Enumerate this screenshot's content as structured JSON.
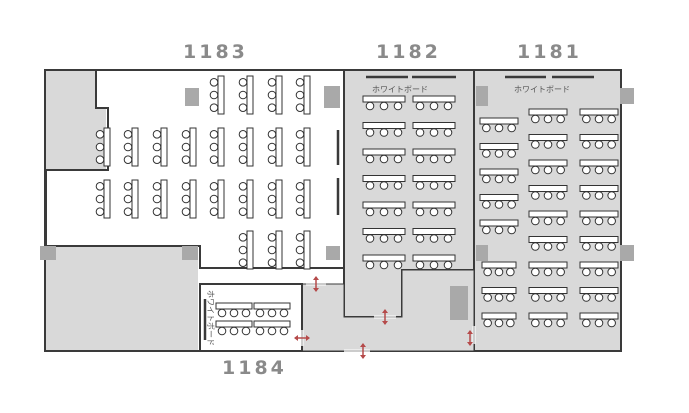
{
  "rooms": [
    {
      "id": "r1183",
      "number": "1183"
    },
    {
      "id": "r1182",
      "number": "1182",
      "board_label": "ホワイトボード"
    },
    {
      "id": "r1181",
      "number": "1181",
      "board_label": "ホワイトボード"
    },
    {
      "id": "r1184",
      "number": "1184",
      "board_label": "ホワイトボード"
    }
  ],
  "colors": {
    "wall": "#3a3a3a",
    "room_fill": "#d9d9d9",
    "pillar": "#a9a9a9",
    "desk_fill": "#ffffff",
    "desk_stroke": "#333333",
    "door_arrow": "#b54a4a",
    "label": "#8a8a8a"
  },
  "icons": [
    "chair-icon",
    "door-arrow-icon",
    "pillar-icon",
    "whiteboard-icon"
  ]
}
